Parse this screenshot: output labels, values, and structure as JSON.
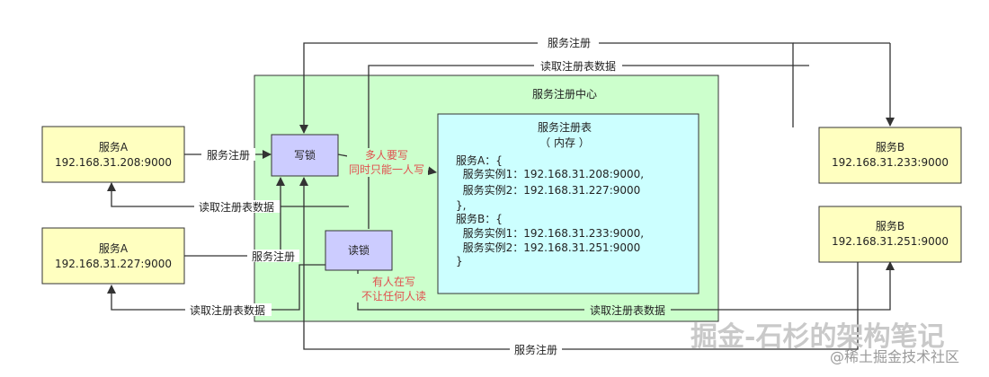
{
  "colors": {
    "service_box_fill": "#ffffc0",
    "center_fill": "#ccffcc",
    "table_fill": "#ccffff",
    "lock_fill": "#ccccff",
    "annotation_red": "#e0504f",
    "line": "#333333"
  },
  "nodes": {
    "service_a1": {
      "name": "服务A",
      "addr": "192.168.31.208:9000"
    },
    "service_a2": {
      "name": "服务A",
      "addr": "192.168.31.227:9000"
    },
    "service_b1": {
      "name": "服务B",
      "addr": "192.168.31.233:9000"
    },
    "service_b2": {
      "name": "服务B",
      "addr": "192.168.31.251:9000"
    },
    "center": {
      "title": "服务注册中心"
    },
    "write_lock": {
      "label": "写锁"
    },
    "read_lock": {
      "label": "读锁"
    },
    "registry": {
      "title": "服务注册表",
      "subtitle": "（ 内存 ）",
      "lines": [
        "服务A：{",
        "  服务实例1：192.168.31.208:9000,",
        "  服务实例2：192.168.31.227:9000",
        "},",
        "服务B：{",
        "  服务实例1：192.168.31.233:9000,",
        "  服务实例2：192.168.31.251:9000",
        "}"
      ]
    }
  },
  "edges": {
    "top_register": "服务注册",
    "top_read": "读取注册表数据",
    "a1_register": "服务注册",
    "a1_read": "读取注册表数据",
    "a2_register": "服务注册",
    "a2_read": "读取注册表数据",
    "b2_read": "读取注册表数据",
    "bottom_register": "服务注册"
  },
  "annotations": {
    "write_note_1": "多人要写",
    "write_note_2": "同时只能一人写",
    "read_note_1": "有人在写",
    "read_note_2": "不让任何人读"
  },
  "watermark": {
    "main": "掘金-石杉的架构笔记",
    "sub": "@稀土掘金技术社区"
  }
}
